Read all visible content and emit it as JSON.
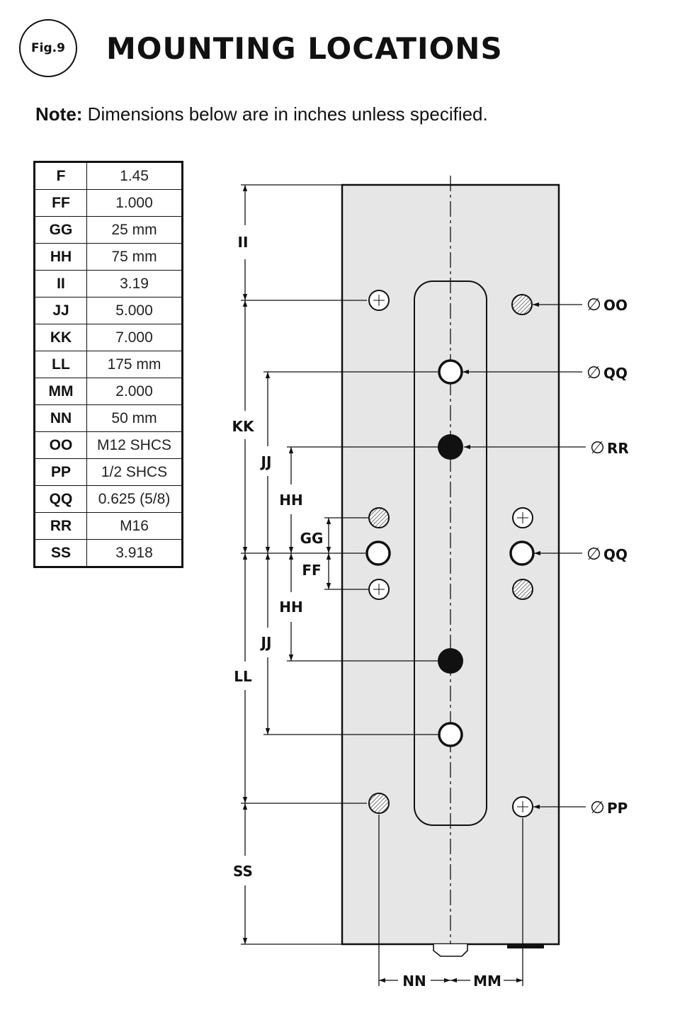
{
  "figure": {
    "label": "Fig.9",
    "title": "MOUNTING LOCATIONS"
  },
  "note": {
    "label": "Note:",
    "text": "Dimensions below are in inches unless specified."
  },
  "table": [
    {
      "key": "F",
      "value": "1.45"
    },
    {
      "key": "FF",
      "value": "1.000"
    },
    {
      "key": "GG",
      "value": "25 mm"
    },
    {
      "key": "HH",
      "value": "75 mm"
    },
    {
      "key": "II",
      "value": "3.19"
    },
    {
      "key": "JJ",
      "value": "5.000"
    },
    {
      "key": "KK",
      "value": "7.000"
    },
    {
      "key": "LL",
      "value": "175 mm"
    },
    {
      "key": "MM",
      "value": "2.000"
    },
    {
      "key": "NN",
      "value": "50 mm"
    },
    {
      "key": "OO",
      "value": "M12 SHCS"
    },
    {
      "key": "PP",
      "value": "1/2 SHCS"
    },
    {
      "key": "QQ",
      "value": "0.625 (5/8)"
    },
    {
      "key": "RR",
      "value": "M16"
    },
    {
      "key": "SS",
      "value": "3.918"
    }
  ],
  "labels": {
    "ii": "II",
    "kk": "KK",
    "ll": "LL",
    "ss": "SS",
    "jj_top": "JJ",
    "jj_bottom": "JJ",
    "hh_top": "HH",
    "hh_bottom": "HH",
    "gg": "GG",
    "ff": "FF",
    "nn": "NN",
    "mm": "MM",
    "oo": "OO",
    "qq_top": "QQ",
    "rr": "RR",
    "qq_right": "QQ",
    "pp": "PP",
    "diameter_symbol": "∅"
  },
  "colors": {
    "plate_fill": "#e6e6e6",
    "line": "#111111",
    "hatch": "#9a9a9a"
  }
}
